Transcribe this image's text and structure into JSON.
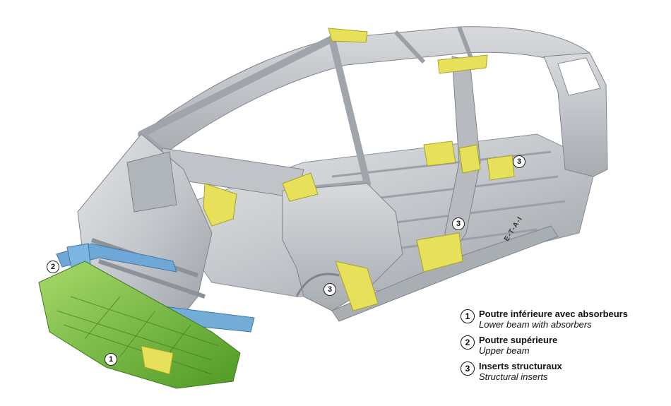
{
  "callouts": [
    {
      "number": "1",
      "label_ref": "Poutre inférieure avec absorbeurs"
    },
    {
      "number": "2",
      "label_ref": "Poutre supérieure"
    },
    {
      "number": "3",
      "label_ref": "Inserts structuraux"
    },
    {
      "number": "3",
      "label_ref": "Inserts structuraux"
    },
    {
      "number": "3",
      "label_ref": "Inserts structuraux"
    }
  ],
  "legend": [
    {
      "number": "1",
      "fr": "Poutre inférieure avec absorbeurs",
      "en": "Lower beam with absorbers"
    },
    {
      "number": "2",
      "fr": "Poutre supérieure",
      "en": "Upper beam"
    },
    {
      "number": "3",
      "fr": "Inserts structuraux",
      "en": "Structural inserts"
    }
  ],
  "watermark": "E-T-A-I",
  "colors": {
    "body": "#c9ccd0",
    "body_dark": "#8e9399",
    "lower_beam": "#7fc241",
    "upper_beam": "#6fa8d6",
    "inserts": "#e6e05a"
  }
}
